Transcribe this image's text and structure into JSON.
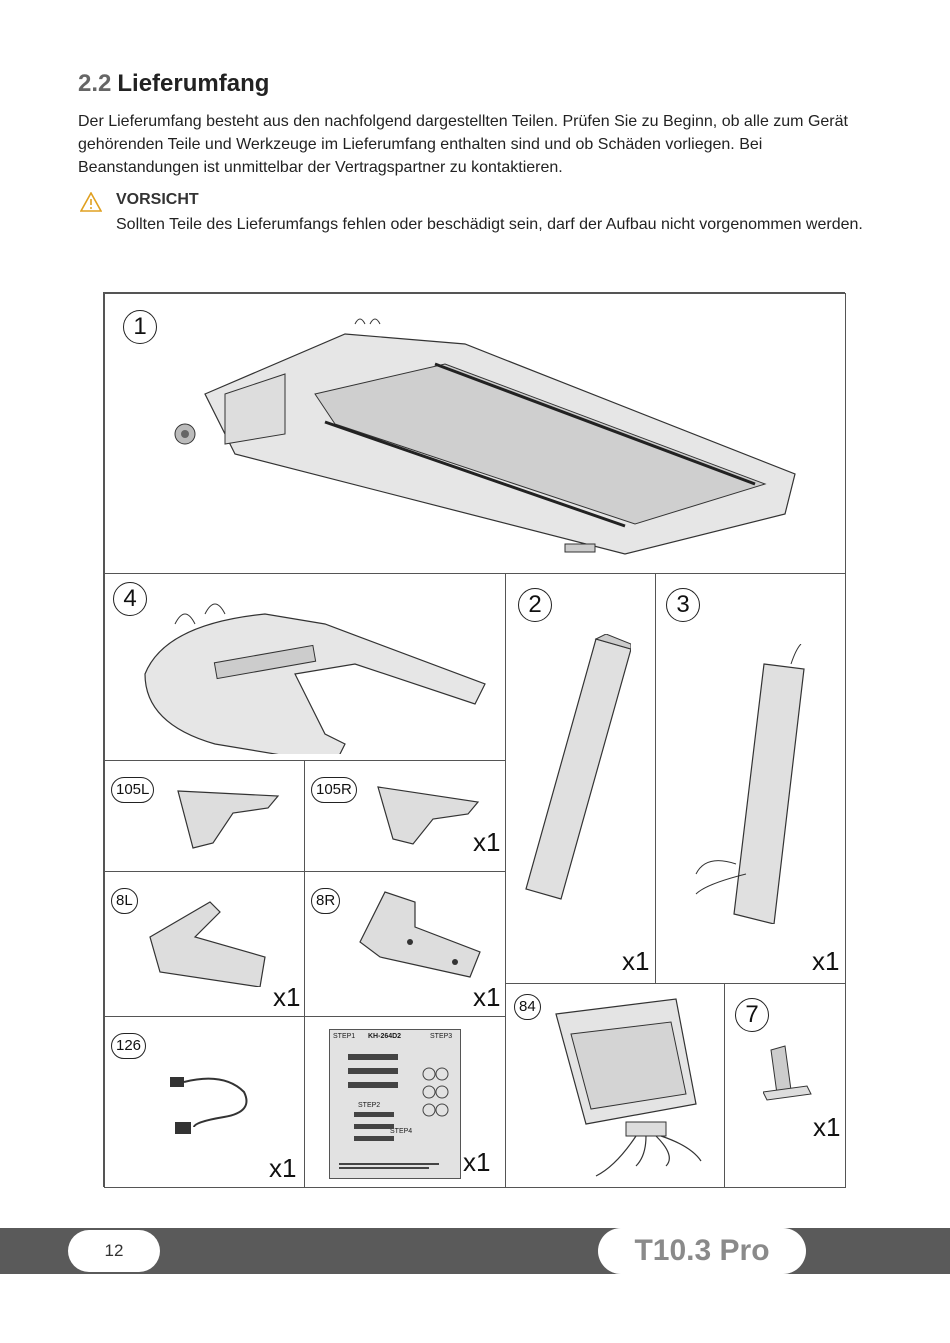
{
  "section": {
    "number": "2.2",
    "title": "Lieferumfang",
    "intro": "Der Lieferumfang besteht aus den nachfolgend dargestellten Teilen. Prüfen Sie zu Beginn, ob alle zum Gerät gehörenden Teile und Werkzeuge im Lieferumfang enthalten sind und ob Schäden vorliegen. Bei Beanstandungen ist unmittelbar der Vertragspartner zu kontaktieren."
  },
  "warning": {
    "icon": "warning-triangle-icon",
    "title": "VORSICHT",
    "text": "Sollten Teile des Lieferumfangs fehlen oder beschädigt sein, darf der Aufbau nicht vorgenommen werden."
  },
  "parts": {
    "p1": {
      "label": "1"
    },
    "p4": {
      "label": "4"
    },
    "p2": {
      "label": "2",
      "qty": "x1"
    },
    "p3": {
      "label": "3",
      "qty": "x1"
    },
    "p105": {
      "label_l": "105L",
      "label_r": "105R",
      "qty": "x1"
    },
    "p8": {
      "label_l": "8L",
      "label_r": "8R",
      "qty_l": "x1",
      "qty_r": "x1"
    },
    "p126": {
      "label": "126",
      "qty": "x1"
    },
    "tools": {
      "qty": "x1",
      "title": "KH-264D2",
      "step1": "STEP1",
      "step2": "STEP2",
      "step3": "STEP3",
      "step4": "STEP4"
    },
    "p84": {
      "label": "84"
    },
    "p7": {
      "label": "7",
      "qty": "x1"
    }
  },
  "footer": {
    "page": "12",
    "model": "T10.3 Pro"
  },
  "colors": {
    "footer_bar": "#5a5a5a",
    "model_text": "#8a8a8a",
    "warning": "#e0a020"
  }
}
